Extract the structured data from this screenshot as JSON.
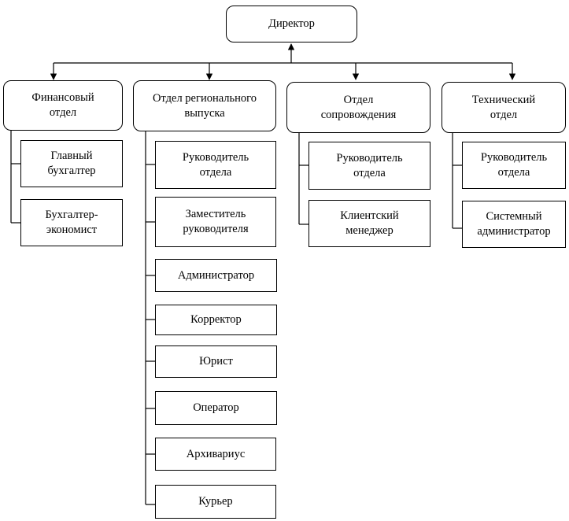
{
  "director": "Директор",
  "departments": [
    {
      "name": "Финансовый\nотдел",
      "positions": [
        "Главный\nбухгалтер",
        "Бухгалтер-\nэкономист"
      ]
    },
    {
      "name": "Отдел регионального\nвыпуска",
      "positions": [
        "Руководитель\nотдела",
        "Заместитель\nруководителя",
        "Администратор",
        "Корректор",
        "Юрист",
        "Оператор",
        "Архивариус",
        "Курьер"
      ]
    },
    {
      "name": "Отдел\nсопровождения",
      "positions": [
        "Руководитель\nотдела",
        "Клиентский\nменеджер"
      ]
    },
    {
      "name": "Технический\nотдел",
      "positions": [
        "Руководитель\nотдела",
        "Системный\nадминистратор"
      ]
    }
  ]
}
